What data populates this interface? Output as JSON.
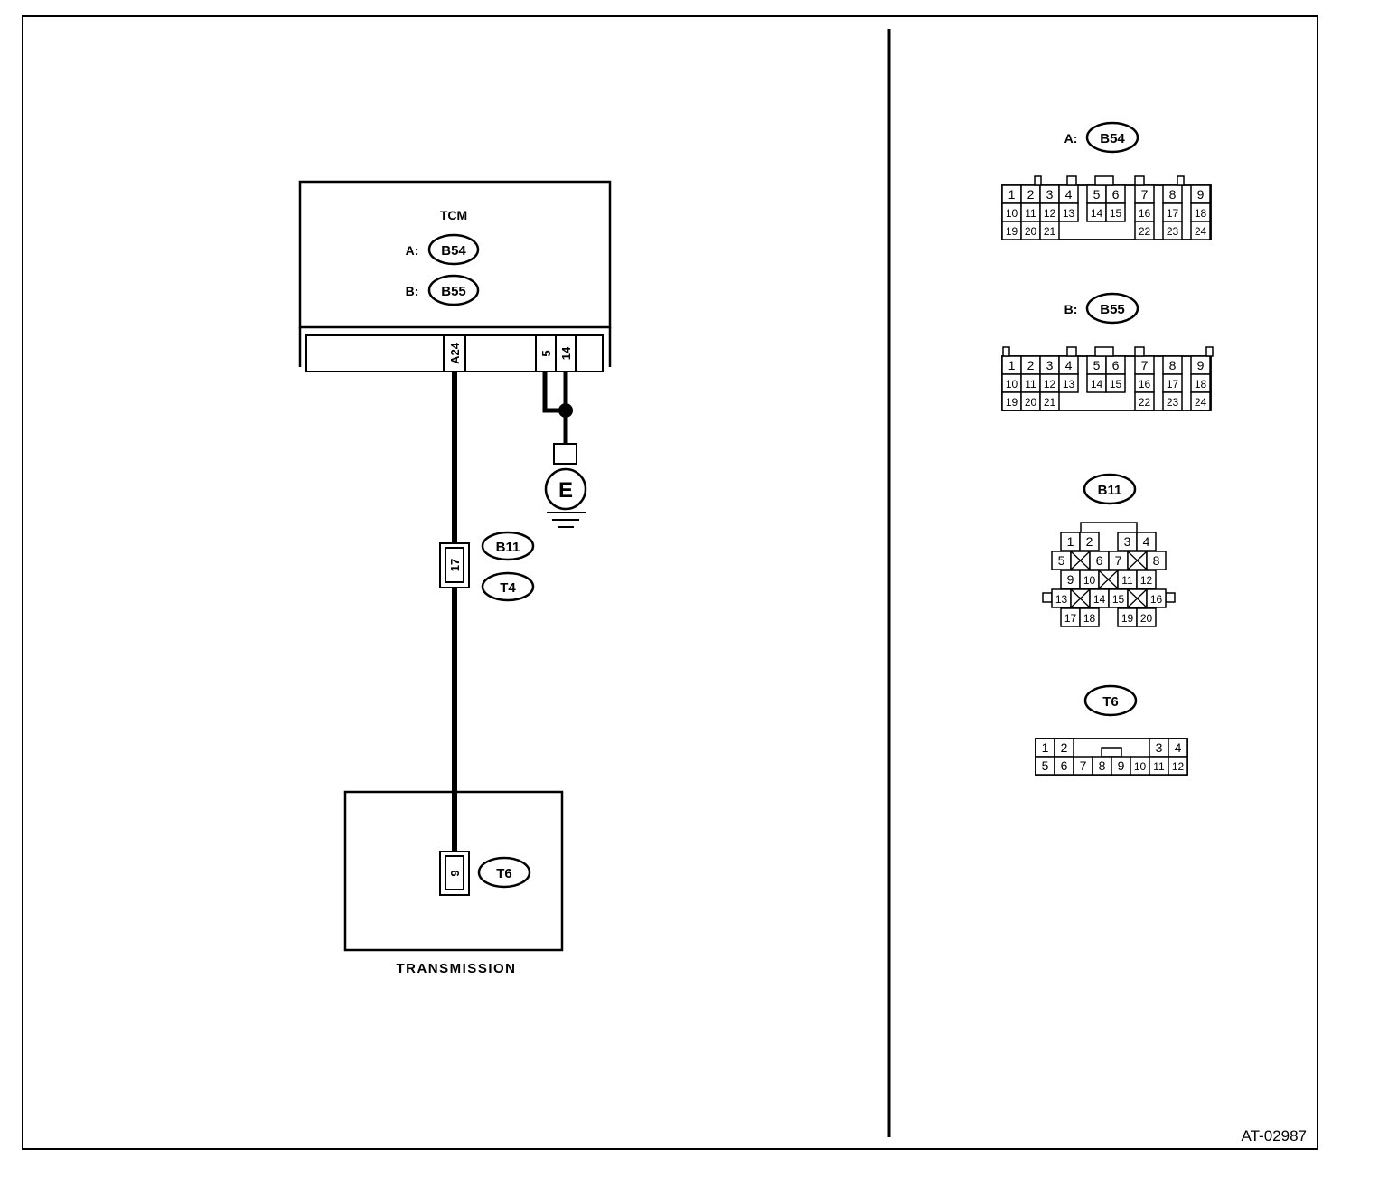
{
  "figure_id": "AT-02987",
  "tcm": {
    "title": "TCM",
    "connectors": [
      {
        "prefix": "A:",
        "name": "B54"
      },
      {
        "prefix": "B:",
        "name": "B55"
      }
    ],
    "terminals": [
      "A24",
      "5",
      "14"
    ]
  },
  "ground_symbol": "E",
  "joint_connector": {
    "pin": "17",
    "labels": [
      "B11",
      "T4"
    ]
  },
  "transmission": {
    "title": "TRANSMISSION",
    "pin": "9",
    "connector": "T6"
  },
  "views": {
    "b54": {
      "prefix": "A:",
      "name": "B54",
      "rows": [
        [
          "1",
          "2",
          "3",
          "4",
          "5",
          "6",
          "7",
          "8",
          "9"
        ],
        [
          "10",
          "11",
          "12",
          "13",
          "14",
          "15",
          "16",
          "17",
          "18"
        ],
        [
          "19",
          "20",
          "21",
          "22",
          "23",
          "24"
        ]
      ]
    },
    "b55": {
      "prefix": "B:",
      "name": "B55",
      "rows": [
        [
          "1",
          "2",
          "3",
          "4",
          "5",
          "6",
          "7",
          "8",
          "9"
        ],
        [
          "10",
          "11",
          "12",
          "13",
          "14",
          "15",
          "16",
          "17",
          "18"
        ],
        [
          "19",
          "20",
          "21",
          "22",
          "23",
          "24"
        ]
      ]
    },
    "b11": {
      "name": "B11",
      "rows": [
        [
          "1",
          "2",
          "3",
          "4"
        ],
        [
          "5",
          "6",
          "7",
          "8"
        ],
        [
          "9",
          "10",
          "11",
          "12"
        ],
        [
          "13",
          "14",
          "15",
          "16"
        ],
        [
          "17",
          "18",
          "19",
          "20"
        ]
      ]
    },
    "t6": {
      "name": "T6",
      "rows": [
        [
          "1",
          "2",
          "3",
          "4"
        ],
        [
          "5",
          "6",
          "7",
          "8",
          "9",
          "10",
          "11",
          "12"
        ]
      ]
    }
  }
}
